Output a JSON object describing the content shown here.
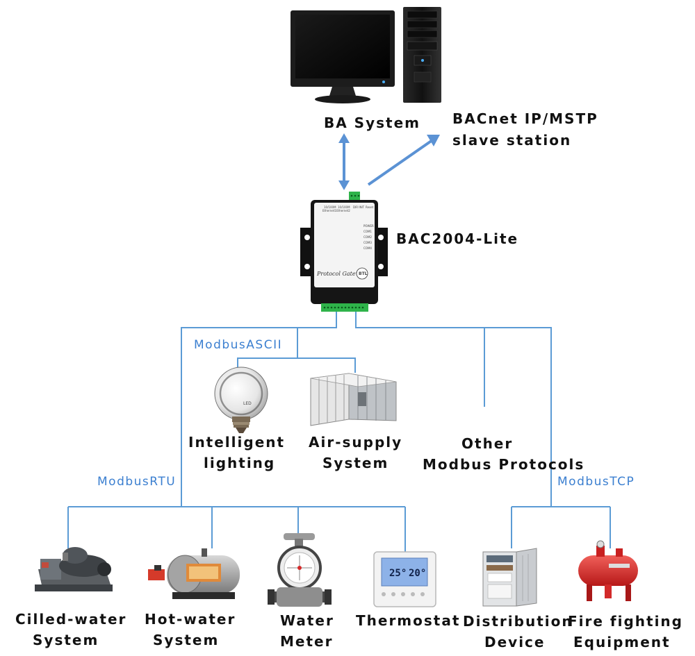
{
  "colors": {
    "line": "#5b9bd5",
    "arrow": "#5b92d4",
    "protocol_label": "#3b7fd0",
    "text": "#111111"
  },
  "top": {
    "ba_system": "BA System",
    "bacnet_line1": "BACnet IP/MSTP",
    "bacnet_line2": "slave station"
  },
  "gateway": {
    "name": "BAC2004-Lite",
    "face_label": "Protocol Gateway",
    "port1": "10/100M Ethernet1",
    "port2": "10/100M Ethernet2",
    "leds": [
      "POWER",
      "COM1",
      "COM2",
      "COM3",
      "COM4"
    ],
    "btl": "BTL"
  },
  "protocols": {
    "ascii": "ModbusASCII",
    "rtu": "ModbusRTU",
    "tcp": "ModbusTCP"
  },
  "devices": {
    "lighting": [
      "Intelligent",
      "lighting"
    ],
    "air": [
      "Air-supply",
      "System"
    ],
    "other": [
      "Other",
      "Modbus Protocols"
    ],
    "chiller": [
      "Cilled-water",
      "System"
    ],
    "boiler": [
      "Hot-water",
      "System"
    ],
    "meter": [
      "Water",
      "Meter"
    ],
    "thermostat": [
      "Thermostat"
    ],
    "distribution": [
      "Distribution",
      "Device"
    ],
    "fire": [
      "Fire fighting",
      "Equipment"
    ]
  },
  "thermostat_display": {
    "temp1": "25°",
    "temp2": "20°"
  },
  "bulb_text": "LED",
  "icons": {
    "computer": "desktop-computer-icon",
    "gateway": "gateway-box-icon",
    "bulb": "light-bulb-icon",
    "air_unit": "air-handling-unit-icon",
    "chiller": "chiller-icon",
    "boiler": "boiler-icon",
    "meter": "water-meter-icon",
    "thermostat": "thermostat-icon",
    "cabinet": "distribution-cabinet-icon",
    "fire": "fire-equipment-icon"
  }
}
